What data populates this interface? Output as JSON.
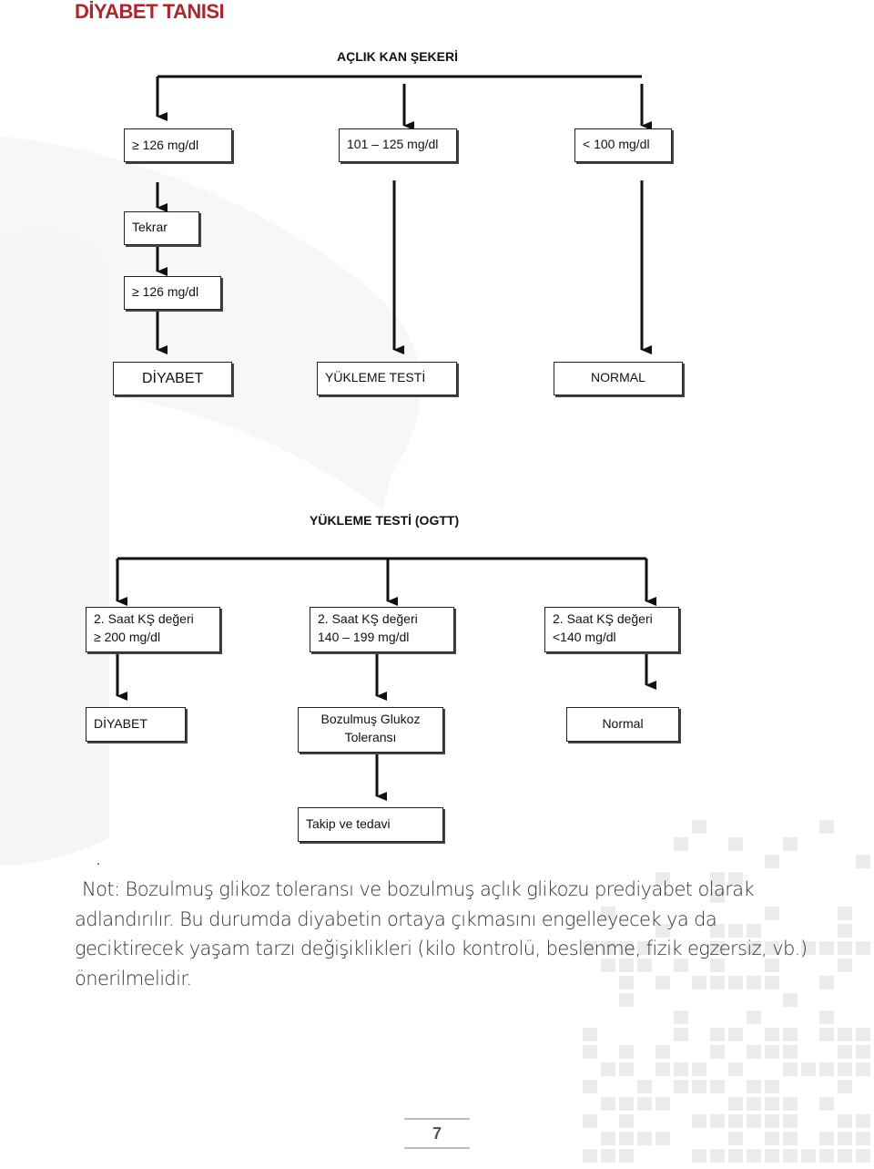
{
  "page": {
    "title": "DİYABET TANISI"
  },
  "fasting_chart": {
    "title": "AÇLIK KAN ŞEKERİ",
    "box_high": "≥ 126 mg/dl",
    "box_mid": "101 – 125 mg/dl",
    "box_low": "< 100 mg/dl",
    "box_repeat": "Tekrar",
    "box_repeat_high": "≥ 126 mg/dl",
    "result_diabetes": "DİYABET",
    "result_load_test": "YÜKLEME TESTİ",
    "result_normal": "NORMAL"
  },
  "ogtt_chart": {
    "title": "YÜKLEME TESTİ (OGTT)",
    "left_line1": "2. Saat KŞ değeri",
    "left_line2": "≥ 200 mg/dl",
    "mid_line1": "2. Saat KŞ değeri",
    "mid_line2": "140 – 199 mg/dl",
    "right_line1": "2. Saat KŞ değeri",
    "right_line2": "<140 mg/dl",
    "result_diabetes": "DİYABET",
    "result_igt_line1": "Bozulmuş Glukoz",
    "result_igt_line2": "Toleransı",
    "result_normal": "Normal",
    "followup": "Takip ve tedavi"
  },
  "note": {
    "bullet": ".",
    "line1": "Not: Bozulmuş glikoz toleransı ve bozulmuş açlık glikozu prediyabet olarak",
    "line2": "adlandırılır.  Bu durumda diyabetin ortaya çıkmasını engelleyecek ya da",
    "line3": "geciktirecek yaşam tarzı değişiklikleri (kilo kontrolü, beslenme, fizik egzersiz, vb.)",
    "line4": "önerilmelidir."
  },
  "footer": {
    "page_number": "7"
  },
  "colors": {
    "title_red": "#b0252c",
    "watermark_gray": "#e9e9e9"
  }
}
